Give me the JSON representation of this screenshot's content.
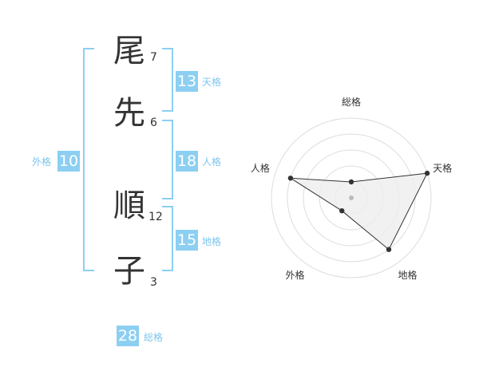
{
  "name": {
    "characters": [
      {
        "char": "尾",
        "strokes": "7"
      },
      {
        "char": "先",
        "strokes": "6"
      },
      {
        "char": "順",
        "strokes": "12"
      },
      {
        "char": "子",
        "strokes": "3"
      }
    ]
  },
  "fortune": {
    "tenkaku": {
      "value": "13",
      "label": "天格"
    },
    "jinkaku": {
      "value": "18",
      "label": "人格"
    },
    "chikaku": {
      "value": "15",
      "label": "地格"
    },
    "gaikaku": {
      "value": "10",
      "label": "外格"
    },
    "soukaku": {
      "value": "28",
      "label": "総格"
    }
  },
  "colors": {
    "accent": "#8ccff2",
    "accent_text": "#7cc6ee",
    "text": "#333333",
    "radar_fill": "#eeeeee",
    "radar_grid": "#dddddd"
  },
  "chart_data": {
    "type": "radar",
    "axes": [
      "総格",
      "天格",
      "地格",
      "外格",
      "人格"
    ],
    "levels": 5,
    "values": [
      1,
      5,
      4,
      1,
      4
    ],
    "range": [
      0,
      5
    ],
    "grid": true
  }
}
